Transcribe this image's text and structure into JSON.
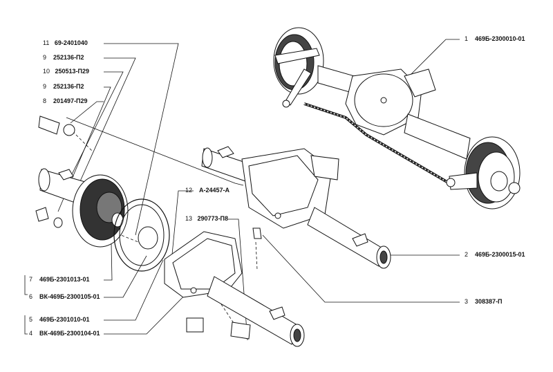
{
  "callouts": [
    {
      "num": "11",
      "part": "69-2401040"
    },
    {
      "num": "9",
      "part": "252136-П2"
    },
    {
      "num": "10",
      "part": "250513-П29"
    },
    {
      "num": "9",
      "part": "252136-П2"
    },
    {
      "num": "8",
      "part": "201497-П29"
    },
    {
      "num": "12",
      "part": "А-24457-А"
    },
    {
      "num": "13",
      "part": "290773-П8"
    },
    {
      "num": "1",
      "part": "469Б-2300010-01"
    },
    {
      "num": "2",
      "part": "469Б-2300015-01"
    },
    {
      "num": "3",
      "part": "308387-П"
    },
    {
      "num": "7",
      "part": "469Б-2301013-01"
    },
    {
      "num": "6",
      "part": "ВК-469Б-2300105-01"
    },
    {
      "num": "5",
      "part": "469Б-2301010-01"
    },
    {
      "num": "4",
      "part": "ВК-469Б-2300104-01"
    }
  ],
  "colors": {
    "ink": "#111111",
    "paper": "#ffffff",
    "shade": "#6a6a6a"
  }
}
